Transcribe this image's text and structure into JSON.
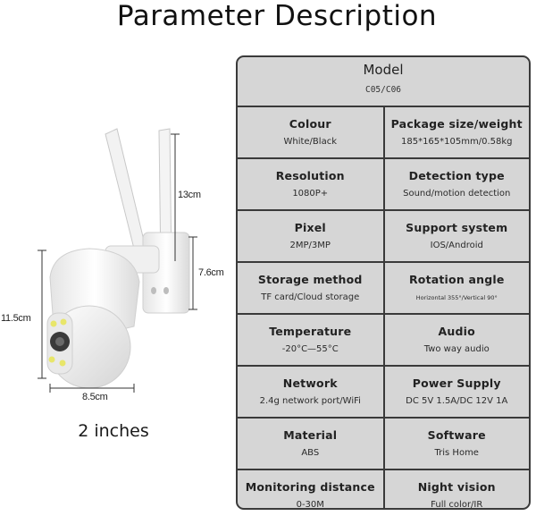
{
  "title": "Parameter Description",
  "dimensions": {
    "antenna_height": "13cm",
    "bracket_height": "7.6cm",
    "body_height": "11.5cm",
    "width": "8.5cm",
    "caption": "2 inches"
  },
  "model": {
    "label": "Model",
    "value": "C05/C06"
  },
  "rows": [
    {
      "left": {
        "label": "Colour",
        "value": "White/Black"
      },
      "right": {
        "label": "Package size/weight",
        "value": "185*165*105mm/0.58kg"
      }
    },
    {
      "left": {
        "label": "Resolution",
        "value": "1080P+"
      },
      "right": {
        "label": "Detection type",
        "value": "Sound/motion detection"
      }
    },
    {
      "left": {
        "label": "Pixel",
        "value": "2MP/3MP"
      },
      "right": {
        "label": "Support system",
        "value": "IOS/Android"
      }
    },
    {
      "left": {
        "label": "Storage method",
        "value": "TF card/Cloud storage"
      },
      "right": {
        "label": "Rotation angle",
        "value": "Horizontal 355°/Vertical 90°"
      }
    },
    {
      "left": {
        "label": "Temperature",
        "value": "-20°C—55°C"
      },
      "right": {
        "label": "Audio",
        "value": "Two way audio"
      }
    },
    {
      "left": {
        "label": "Network",
        "value": "2.4g network port/WiFi"
      },
      "right": {
        "label": "Power Supply",
        "value": "DC 5V 1.5A/DC 12V 1A"
      }
    },
    {
      "left": {
        "label": "Material",
        "value": "ABS"
      },
      "right": {
        "label": "Software",
        "value": "Tris Home"
      }
    },
    {
      "left": {
        "label": "Monitoring distance",
        "value": "0-30M"
      },
      "right": {
        "label": "Night vision",
        "value": "Full color/IR"
      }
    }
  ]
}
